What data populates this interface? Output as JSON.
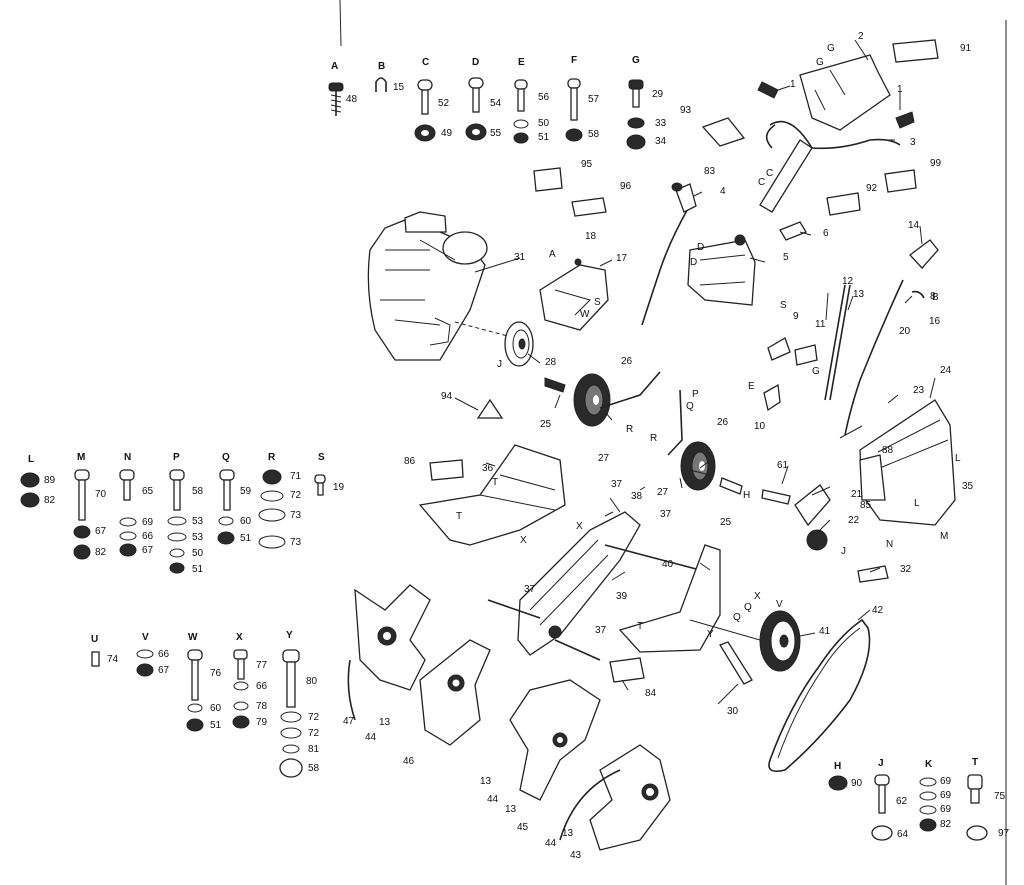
{
  "diagram": {
    "hardware_groups_top": [
      {
        "letter": "A",
        "parts": [
          "48"
        ]
      },
      {
        "letter": "B",
        "parts": [
          "15"
        ]
      },
      {
        "letter": "C",
        "parts": [
          "52",
          "49"
        ]
      },
      {
        "letter": "D",
        "parts": [
          "54",
          "55"
        ]
      },
      {
        "letter": "E",
        "parts": [
          "56",
          "50",
          "51"
        ]
      },
      {
        "letter": "F",
        "parts": [
          "57",
          "58"
        ]
      },
      {
        "letter": "G",
        "parts": [
          "29",
          "33",
          "34"
        ]
      }
    ],
    "hardware_groups_left": [
      {
        "letter": "L",
        "parts": [
          "89",
          "82"
        ]
      },
      {
        "letter": "M",
        "parts": [
          "70",
          "67",
          "82"
        ]
      },
      {
        "letter": "N",
        "parts": [
          "65",
          "69",
          "66",
          "67"
        ]
      },
      {
        "letter": "P",
        "parts": [
          "58",
          "53",
          "53",
          "50",
          "51"
        ]
      },
      {
        "letter": "Q",
        "parts": [
          "59",
          "60",
          "51"
        ]
      },
      {
        "letter": "R",
        "parts": [
          "71",
          "72",
          "73",
          "73"
        ]
      },
      {
        "letter": "S",
        "parts": [
          "19"
        ]
      }
    ],
    "hardware_groups_lower": [
      {
        "letter": "U",
        "parts": [
          "74"
        ]
      },
      {
        "letter": "V",
        "parts": [
          "66",
          "67"
        ]
      },
      {
        "letter": "W",
        "parts": [
          "76",
          "60",
          "51"
        ]
      },
      {
        "letter": "X",
        "parts": [
          "77",
          "66",
          "78",
          "79"
        ]
      },
      {
        "letter": "Y",
        "parts": [
          "80",
          "72",
          "72",
          "81",
          "58"
        ]
      }
    ],
    "hardware_groups_bottom": [
      {
        "letter": "H",
        "parts": [
          "90"
        ]
      },
      {
        "letter": "J",
        "parts": [
          "62",
          "64"
        ]
      },
      {
        "letter": "K",
        "parts": [
          "69",
          "69",
          "69",
          "82"
        ]
      },
      {
        "letter": "T",
        "parts": [
          "75",
          "97"
        ]
      }
    ],
    "callouts": [
      "1",
      "2",
      "3",
      "4",
      "5",
      "6",
      "8",
      "9",
      "10",
      "11",
      "12",
      "13",
      "14",
      "16",
      "17",
      "18",
      "20",
      "21",
      "22",
      "23",
      "24",
      "25",
      "26",
      "27",
      "28",
      "30",
      "31",
      "32",
      "35",
      "36",
      "37",
      "38",
      "39",
      "40",
      "41",
      "42",
      "43",
      "44",
      "45",
      "46",
      "47",
      "61",
      "83",
      "84",
      "85",
      "86",
      "88",
      "91",
      "92",
      "93",
      "94",
      "95",
      "96",
      "99"
    ],
    "letter_marks": [
      "A",
      "B",
      "C",
      "D",
      "E",
      "G",
      "H",
      "J",
      "L",
      "M",
      "N",
      "P",
      "Q",
      "R",
      "S",
      "T",
      "U",
      "V",
      "W",
      "X",
      "Y"
    ]
  }
}
